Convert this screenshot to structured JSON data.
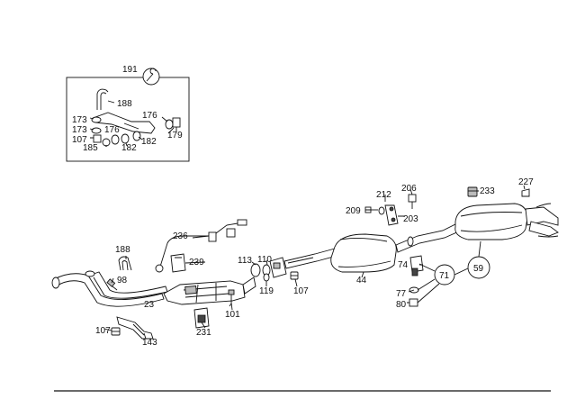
{
  "labels": {
    "l191": "191",
    "l188a": "188",
    "l173a": "173",
    "l173b": "173",
    "l176a": "176",
    "l176b": "176",
    "l107a": "107",
    "l185": "185",
    "l182a": "182",
    "l182b": "182",
    "l179": "179",
    "l188b": "188",
    "l98": "98",
    "l23": "23",
    "l107b": "107",
    "l143": "143",
    "l236": "236",
    "l239": "239",
    "l231": "231",
    "l101": "101",
    "l113": "113",
    "l110": "110",
    "l119": "119",
    "l107c": "107",
    "l44": "44",
    "l209": "209",
    "l212": "212",
    "l206": "206",
    "l203": "203",
    "l233": "233",
    "l227": "227",
    "l74": "74",
    "l71": "71",
    "l59": "59",
    "l77": "77",
    "l80": "80"
  }
}
